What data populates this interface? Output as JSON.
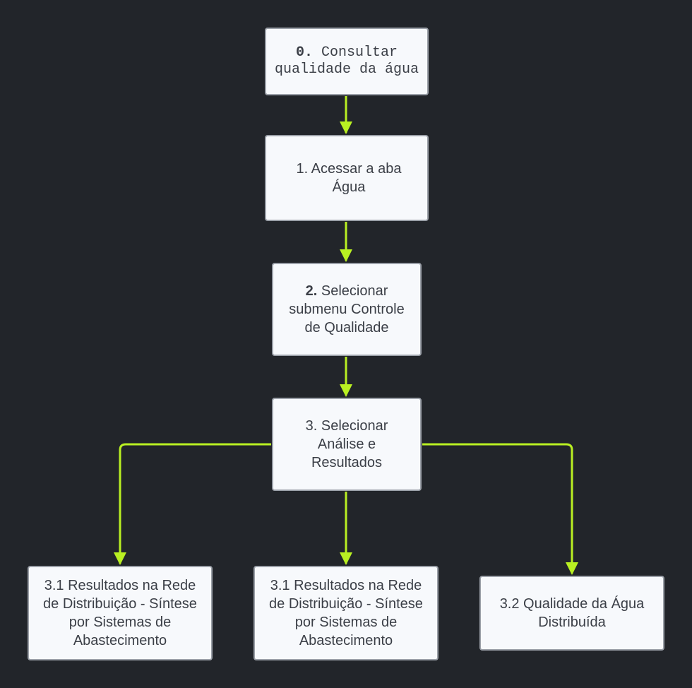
{
  "colors": {
    "background": "#22252a",
    "node_fill": "#f7f9fc",
    "node_border": "#9ba0a8",
    "node_text": "#3b3f47",
    "connector": "#b9f022"
  },
  "nodes": {
    "n0": {
      "number": "0.",
      "text": "Consultar qualidade da água"
    },
    "n1": {
      "text": "1. Acessar a aba Água"
    },
    "n2": {
      "number": "2.",
      "text": "Selecionar submenu Controle de Qualidade"
    },
    "n3": {
      "text": "3. Selecionar Análise e Resultados"
    },
    "n4": {
      "text": "3.1 Resultados na Rede de Distribuição - Síntese por Sistemas de Abastecimento"
    },
    "n5": {
      "text": "3.1 Resultados na Rede de Distribuição - Síntese por Sistemas de Abastecimento"
    },
    "n6": {
      "text": "3.2 Qualidade da Água Distribuída"
    }
  },
  "edges": [
    {
      "from": "n0",
      "to": "n1"
    },
    {
      "from": "n1",
      "to": "n2"
    },
    {
      "from": "n2",
      "to": "n3"
    },
    {
      "from": "n3",
      "to": "n4"
    },
    {
      "from": "n3",
      "to": "n5"
    },
    {
      "from": "n3",
      "to": "n6"
    }
  ]
}
